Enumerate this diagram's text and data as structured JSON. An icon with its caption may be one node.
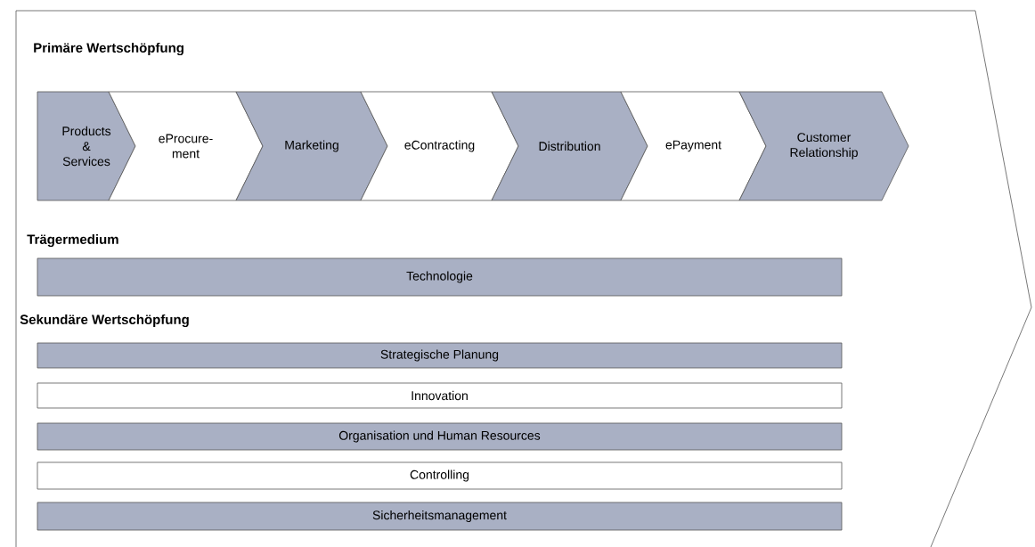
{
  "diagram": {
    "nodes": [
      {
        "text": [
          "Primäre Wertschöpfung",
          "Trägermedium",
          "Sekundäre Wertschöpfung"
        ]
      },
      {
        "text": [
          "Products & Services"
        ],
        "in": 0
      },
      {
        "text": [
          "eProcure- ment"
        ],
        "in": 0
      },
      {
        "text": [
          "Marketing"
        ],
        "in": 0
      },
      {
        "text": [
          "eContracting"
        ],
        "in": 0
      },
      {
        "text": [
          "Distribution"
        ],
        "in": 0
      },
      {
        "text": [
          "ePayment"
        ],
        "in": 0
      },
      {
        "text": [
          "Customer Relationship"
        ],
        "in": 0
      },
      {
        "text": [
          "Technologie"
        ],
        "in": 0
      },
      {
        "text": [
          "Strategische Planung"
        ],
        "in": 0
      },
      {
        "text": [
          "Innovation"
        ],
        "in": 0
      },
      {
        "text": [
          "Organisation und Human Resources"
        ],
        "in": 0
      },
      {
        "text": [
          "Controlling"
        ],
        "in": 0
      },
      {
        "text": [
          "Sicherheitsmanagement"
        ],
        "in": 0
      }
    ],
    "edges": []
  }
}
